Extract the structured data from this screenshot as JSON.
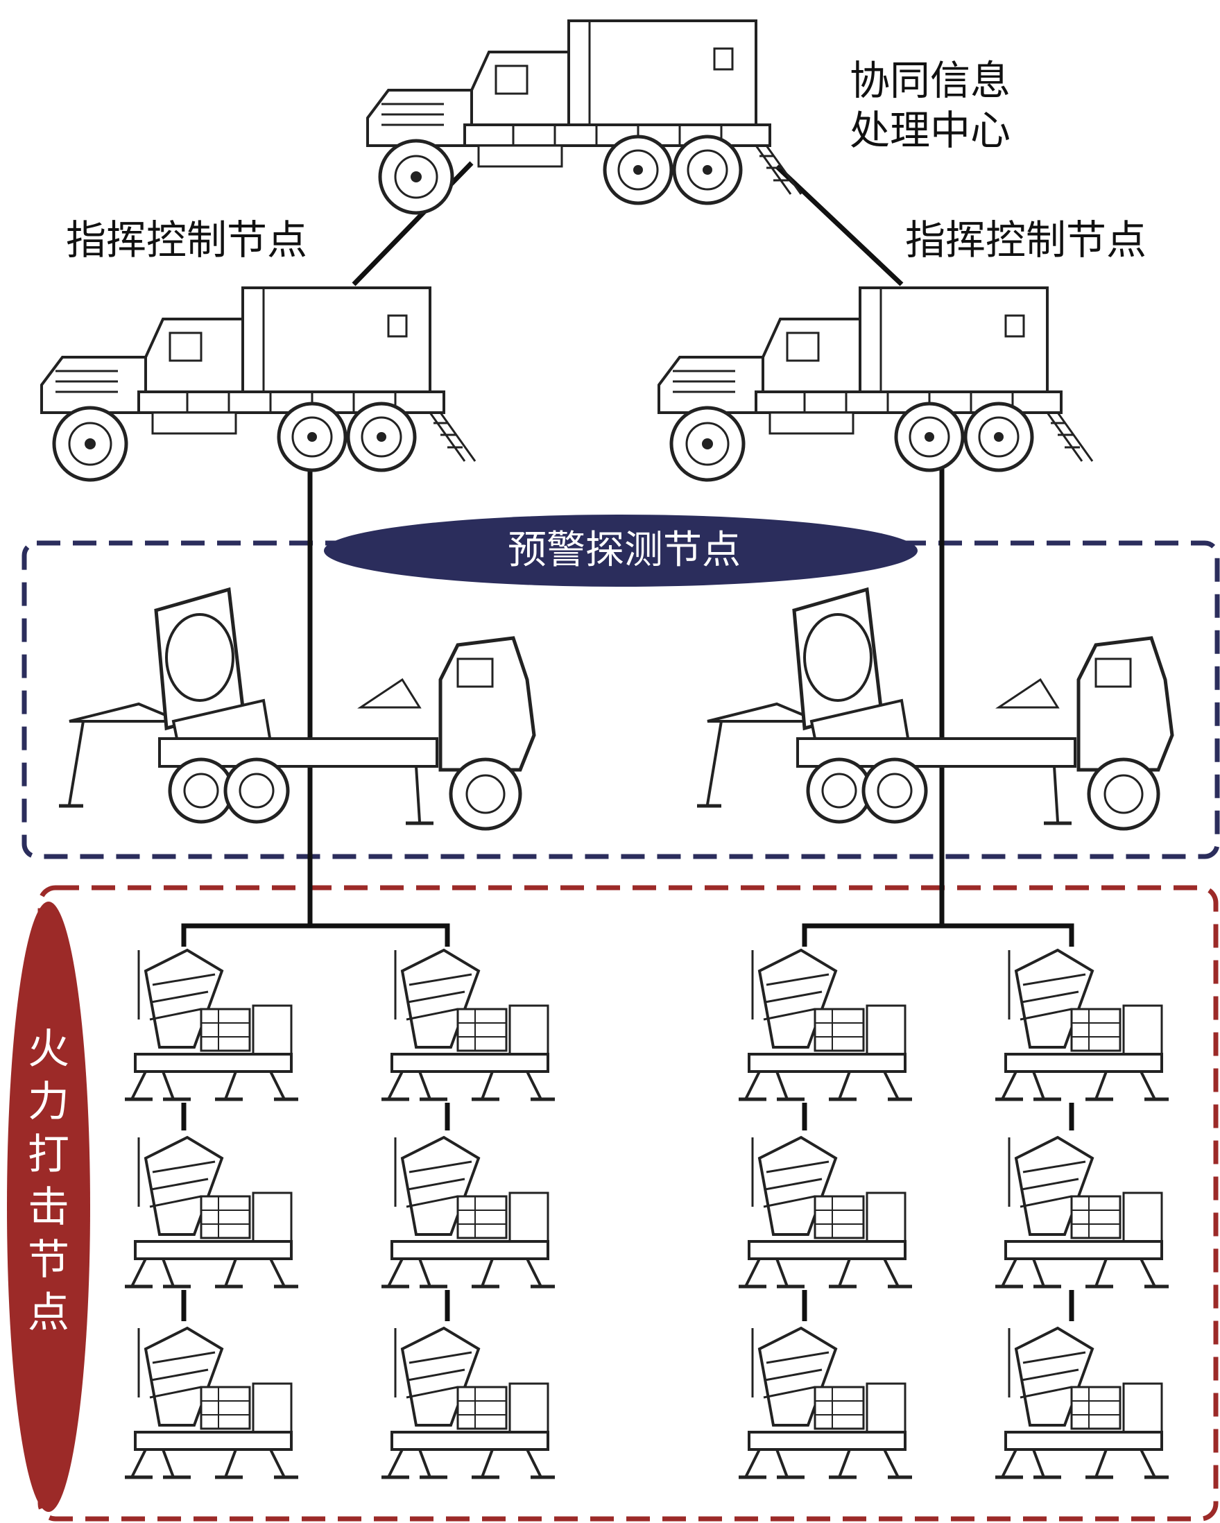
{
  "labels": {
    "center_line1": "协同信息",
    "center_line2": "处理中心",
    "command_left": "指挥控制节点",
    "command_right": "指挥控制节点",
    "warning": "预警探测节点",
    "fire": [
      "火",
      "力",
      "打",
      "击",
      "节",
      "点"
    ]
  },
  "colors": {
    "warning_group": "#2b2d5c",
    "fire_group": "#9c2a28",
    "line": "#111111"
  },
  "icons": {
    "center": "command-truck-icon",
    "command": "command-truck-icon",
    "radar": "radar-truck-icon",
    "launcher": "missile-launcher-icon"
  }
}
